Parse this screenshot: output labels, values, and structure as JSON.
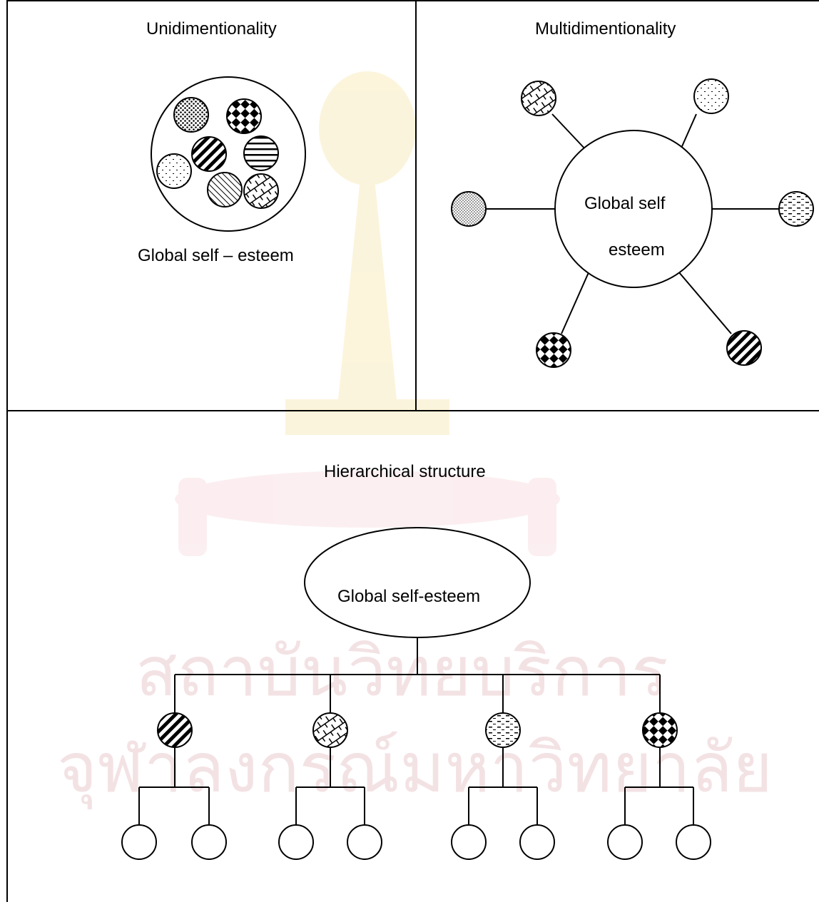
{
  "panels": {
    "unidimensional": {
      "title": "Unidimentionality",
      "caption": "Global self – esteem"
    },
    "multidimensional": {
      "title": "Multidimentionality",
      "center_line1": "Global self",
      "center_line2": "esteem"
    },
    "hierarchical": {
      "title": "Hierarchical structure",
      "root_label": "Global self-esteem"
    }
  },
  "watermark": {
    "line1": "สถาบันวิทยบริการ",
    "line2": "จุฬาลงกรณ์มหาวิทยาลัย",
    "colors": {
      "text": "#f3e2e4",
      "emblem": "#fbf3d6"
    }
  },
  "patterns": [
    "dots",
    "checker",
    "diagonal-stripes",
    "horizontal-stripes",
    "sparse-dots",
    "light-hatch",
    "crosshatch",
    "dashes"
  ]
}
